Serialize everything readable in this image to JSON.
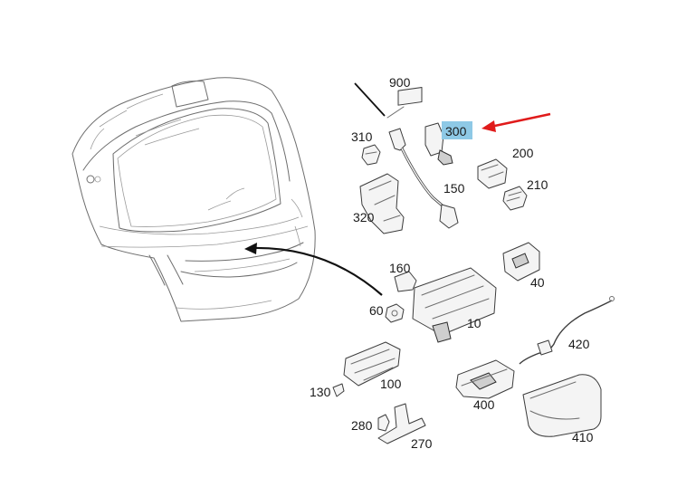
{
  "diagram": {
    "highlighted_part": "300",
    "highlight_color": "#8ec9e6",
    "pointer_arrow_color": "#e01b1b",
    "labels": {
      "p900": "900",
      "p300": "300",
      "p310": "310",
      "p200": "200",
      "p150": "150",
      "p210": "210",
      "p320": "320",
      "p160": "160",
      "p40": "40",
      "p60": "60",
      "p10": "10",
      "p420": "420",
      "p130": "130",
      "p100": "100",
      "p400": "400",
      "p280": "280",
      "p270": "270",
      "p410": "410"
    }
  }
}
